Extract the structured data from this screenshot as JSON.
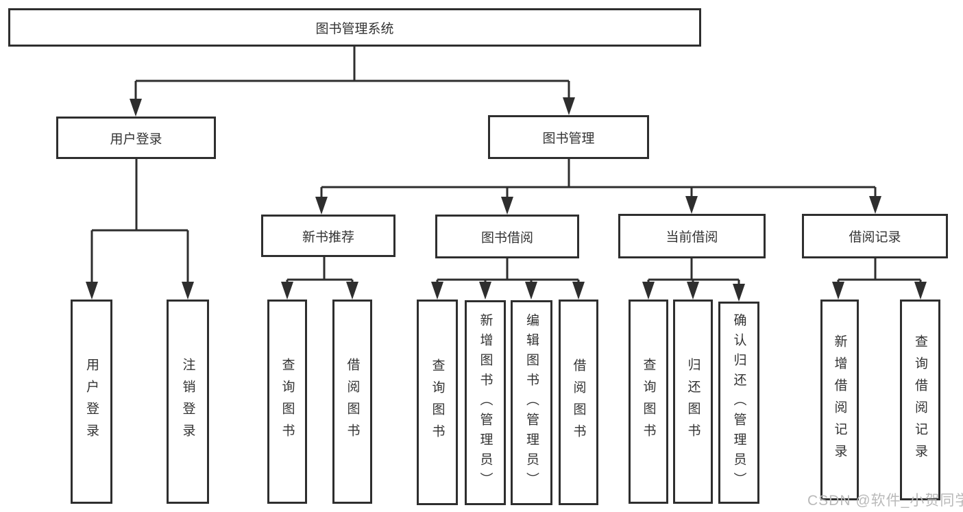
{
  "diagram_title": "图书管理系统",
  "tree": {
    "label": "图书管理系统",
    "children": [
      {
        "label": "用户登录",
        "children": [
          {
            "label": "用户登录"
          },
          {
            "label": "注销登录"
          }
        ]
      },
      {
        "label": "图书管理",
        "children": [
          {
            "label": "新书推荐",
            "children": [
              {
                "label": "查询图书"
              },
              {
                "label": "借阅图书"
              }
            ]
          },
          {
            "label": "图书借阅",
            "children": [
              {
                "label": "查询图书"
              },
              {
                "label": "新增图书（管理员）"
              },
              {
                "label": "编辑图书（管理员）"
              },
              {
                "label": "借阅图书"
              }
            ]
          },
          {
            "label": "当前借阅",
            "children": [
              {
                "label": "查询图书"
              },
              {
                "label": "归还图书"
              },
              {
                "label": "确认归还（管理员）"
              }
            ]
          },
          {
            "label": "借阅记录",
            "children": [
              {
                "label": "新增借阅记录"
              },
              {
                "label": "查询借阅记录"
              }
            ]
          }
        ]
      }
    ]
  },
  "watermark": {
    "text": "CSDN @软件_小贺同学"
  },
  "colors": {
    "line": "#2e2e2e",
    "box_border": "#2e2e2e",
    "text": "#333333",
    "watermark": "#b9b9b9",
    "background": "#ffffff"
  }
}
